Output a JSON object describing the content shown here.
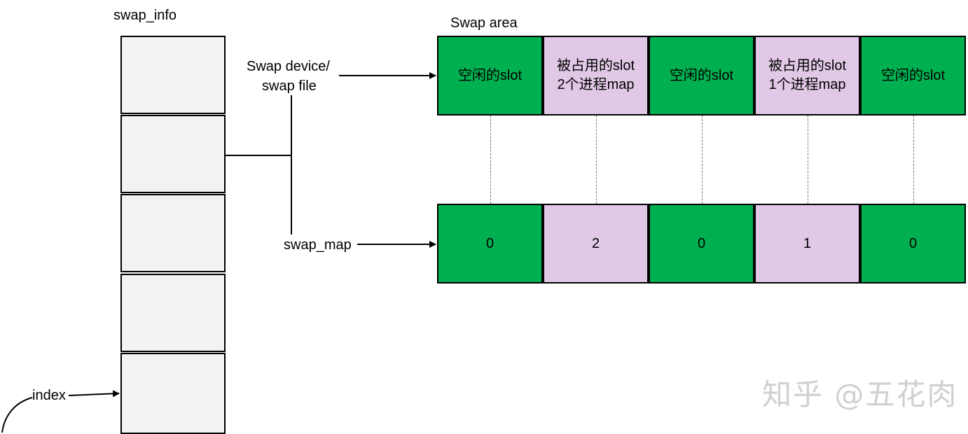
{
  "labels": {
    "swap_info": "swap_info",
    "swap_area": "Swap area",
    "swap_device_line1": "Swap device/",
    "swap_device_line2": "swap file",
    "swap_map": "swap_map",
    "index": "index"
  },
  "swap_area_slots": [
    {
      "line1": "空闲的slot",
      "line2": "",
      "state": "free"
    },
    {
      "line1": "被占用的slot",
      "line2": "2个进程map",
      "state": "used"
    },
    {
      "line1": "空闲的slot",
      "line2": "",
      "state": "free"
    },
    {
      "line1": "被占用的slot",
      "line2": "1个进程map",
      "state": "used"
    },
    {
      "line1": "空闲的slot",
      "line2": "",
      "state": "free"
    }
  ],
  "swap_map_values": [
    "0",
    "2",
    "0",
    "1",
    "0"
  ],
  "colors": {
    "free": "#00b050",
    "used": "#e1c8e6",
    "swap_info_cell": "#f2f2f2"
  },
  "watermark": "知乎 @五花肉"
}
